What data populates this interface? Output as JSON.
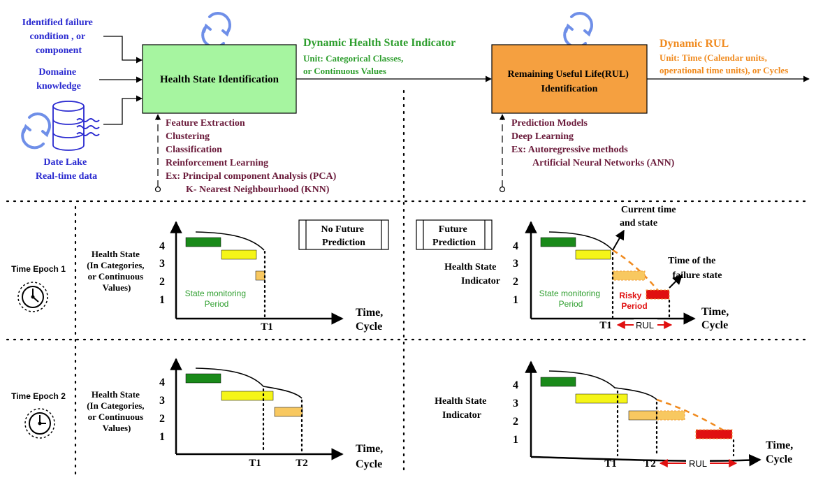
{
  "top": {
    "inputs": {
      "failure": [
        "Identified failure",
        "condition , or",
        "component"
      ],
      "domain": [
        "Domaine",
        "knowledge"
      ],
      "lake": [
        "Date Lake",
        "Real-time data"
      ]
    },
    "health_box": "Health State Identification",
    "dhsi": {
      "title": "Dynamic Health State Indicator",
      "unit": [
        "Unit: Categorical Classes,",
        "or Continuous Values"
      ]
    },
    "rul_box": [
      "Remaining Useful Life(RUL)",
      "Identification"
    ],
    "drul": {
      "title": "Dynamic RUL",
      "unit": [
        "Unit: Time (Calendar units,",
        "operational time units), or Cycles"
      ]
    },
    "health_methods": [
      "Feature Extraction",
      "Clustering",
      "Classification",
      "Reinforcement Learning",
      "Ex: Principal component Analysis (PCA)",
      "K- Nearest Neighbourhood (KNN)"
    ],
    "rul_methods": [
      "Prediction Models",
      "Deep Learning",
      "Ex: Autoregressive methods",
      "Artificial Neural Networks (ANN)"
    ]
  },
  "epochs": [
    "Time Epoch 1",
    "Time Epoch 2"
  ],
  "labels": {
    "no_future": [
      "No Future",
      "Prediction"
    ],
    "future": [
      "Future",
      "Prediction"
    ],
    "health_state_cat": [
      "Health State",
      "(In Categories,",
      "or Continuous",
      "Values)"
    ],
    "health_state_ind": [
      "Health State",
      "Indicator"
    ],
    "levels": [
      "4",
      "3",
      "2",
      "1"
    ],
    "axis_time": [
      "Time,",
      "Cycle"
    ],
    "state_monitoring": [
      "State monitoring",
      "Period"
    ],
    "risky": [
      "Risky",
      "Period"
    ],
    "current_time": [
      "Current time",
      "and state"
    ],
    "failure_time": [
      "Time of the",
      "failure state"
    ],
    "t1": "T1",
    "t2": "T2",
    "rul": "RUL"
  },
  "colors": {
    "health_box": "#a6f5a0",
    "rul_box": "#f5a040",
    "blue_text": "#2a2ad0",
    "green_text": "#2e9e2e",
    "orange_text": "#f08a1e",
    "method_text": "#6a1a3a",
    "bar_green": "#1a8a1a",
    "bar_yellow": "#f5f518",
    "bar_light_orange": "#f8c860",
    "bar_red": "#e01010",
    "icon_blue": "#6f8fe8"
  }
}
